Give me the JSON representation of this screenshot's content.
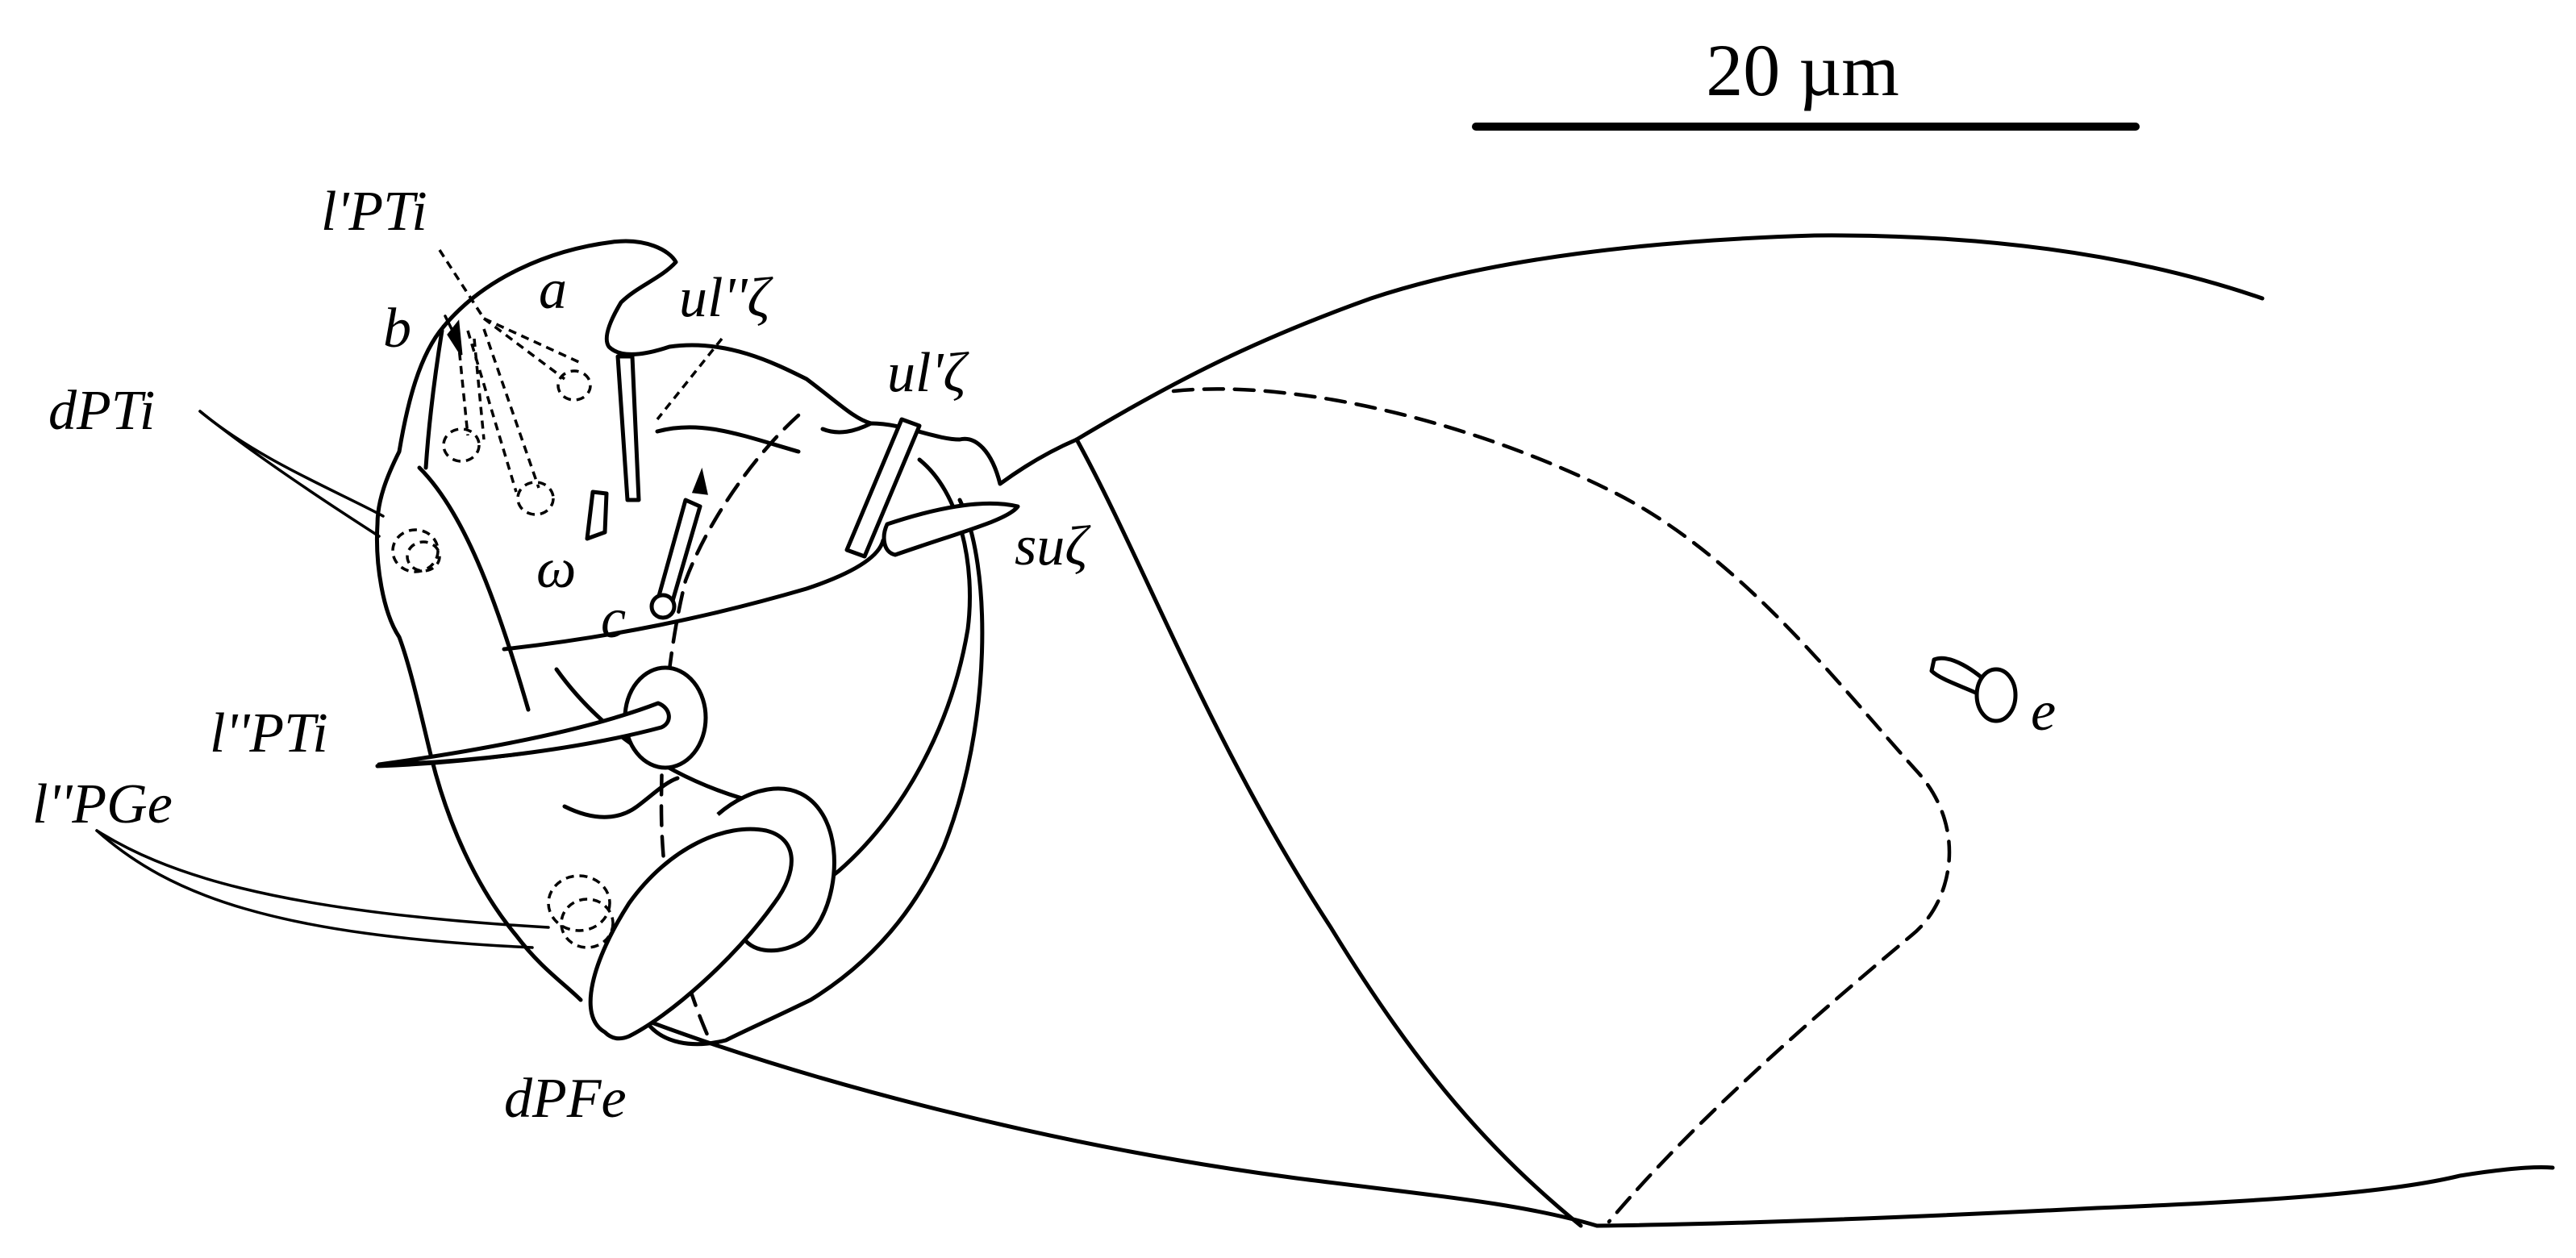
{
  "scale_bar": {
    "label": "20 µm"
  },
  "labels": {
    "lPTi_prime": "l'PTi",
    "a": "a",
    "b": "b",
    "ul2_zeta": "ul''ζ",
    "ul1_zeta": "ul'ζ",
    "dPTi": "dPTi",
    "omega": "ω",
    "c": "c",
    "su_zeta": "suζ",
    "lPTi_double": "l''PTi",
    "lPGe_double": "l''PGe",
    "e": "e",
    "dPFe": "dPFe"
  },
  "colors": {
    "ink": "#000000",
    "paper": "#ffffff"
  }
}
